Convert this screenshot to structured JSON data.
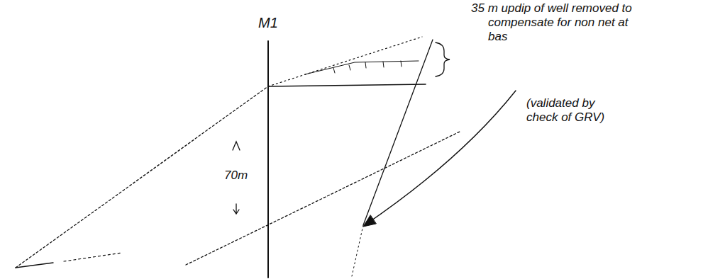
{
  "diagram": {
    "labels": [
      "M1",
      "70m",
      "35 m updip of well removed to compensate for non net at bas",
      "(validated by check of GRV)"
    ]
  }
}
